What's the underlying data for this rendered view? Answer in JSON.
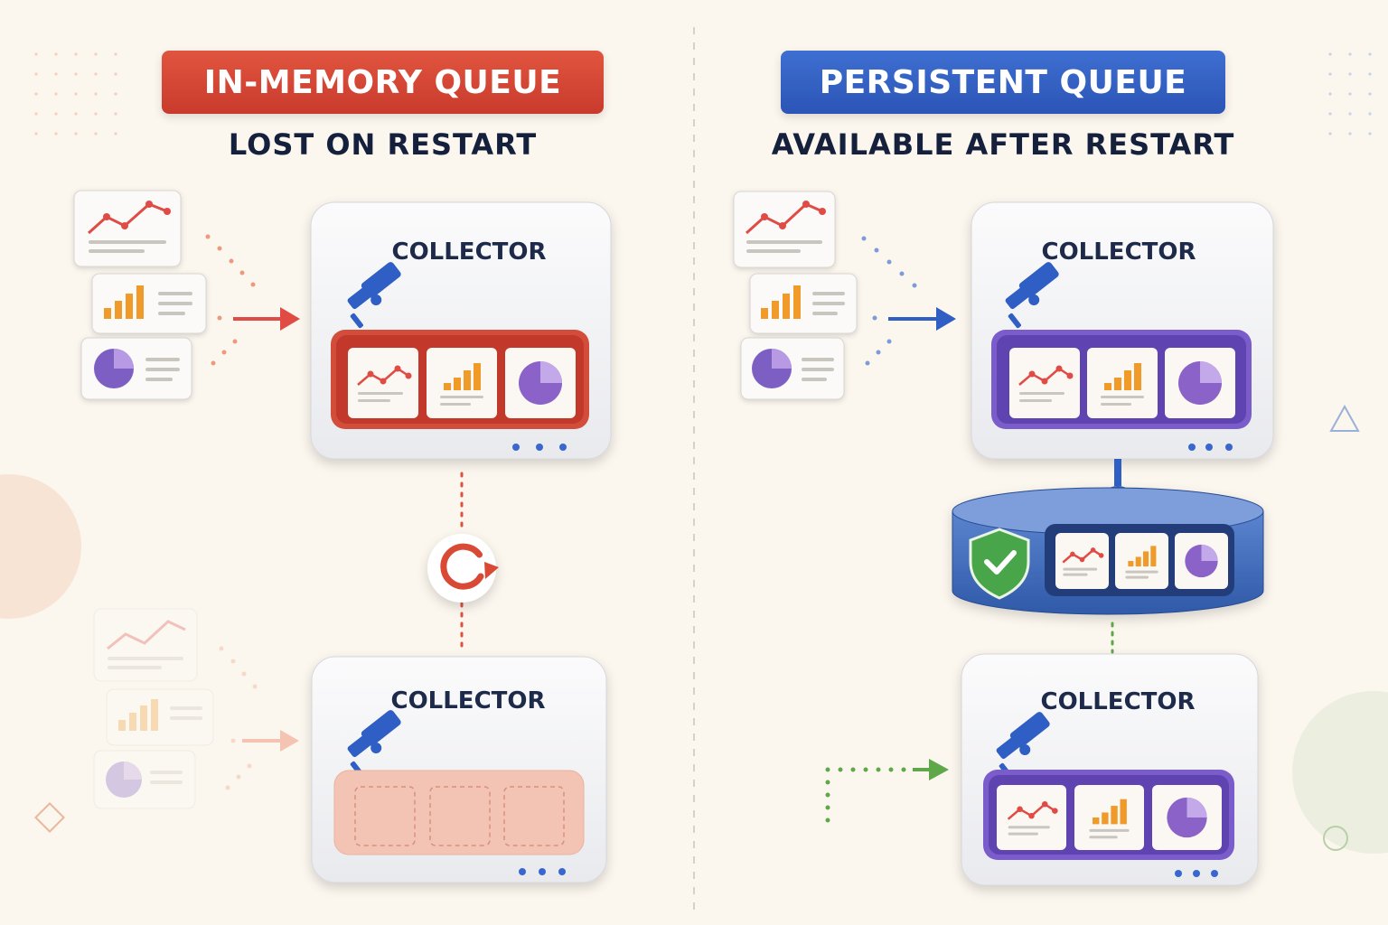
{
  "left_panel": {
    "title": "IN-MEMORY QUEUE",
    "subtitle": "LOST ON RESTART",
    "collector_before": {
      "label": "COLLECTOR",
      "queue_state": "filled"
    },
    "collector_after": {
      "label": "COLLECTOR",
      "queue_state": "empty"
    },
    "restart_icon": "restart-arrow-icon"
  },
  "right_panel": {
    "title": "PERSISTENT QUEUE",
    "subtitle": "AVAILABLE AFTER RESTART",
    "collector_before": {
      "label": "COLLECTOR",
      "queue_state": "filled"
    },
    "storage": {
      "icon": "shield-check-icon",
      "state": "persisted"
    },
    "collector_after": {
      "label": "COLLECTOR",
      "queue_state": "restored"
    }
  },
  "item_types": [
    "line-chart-icon",
    "bar-chart-icon",
    "pie-chart-icon"
  ],
  "colors": {
    "background": "#fbf6ee",
    "in_memory_accent": "#d94a36",
    "persistent_accent": "#2f5fc4",
    "queue_purple": "#6a4fbf",
    "restored_green": "#5ea84a",
    "title_text": "#15203d",
    "line_red": "#e04b44",
    "bar_orange": "#f09a2a",
    "pie_purple": "#8a62c8"
  }
}
